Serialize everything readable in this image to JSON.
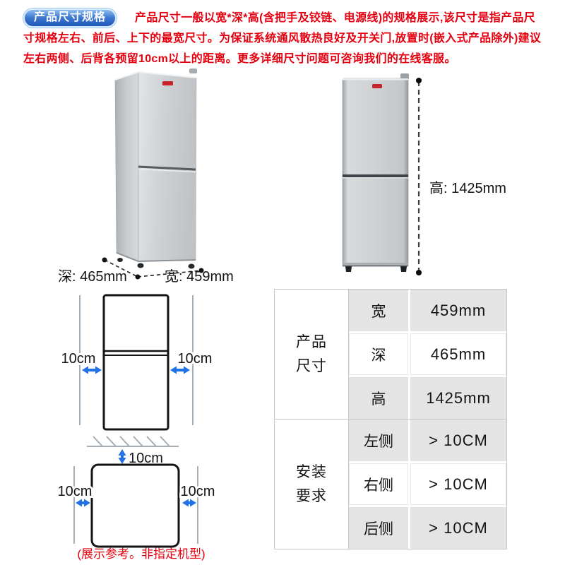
{
  "header": {
    "badge_label": "产品尺寸规格",
    "description": "产品尺寸一般以宽*深*高(含把手及铰链、电源线)的规格展示,该尺寸是指产品尺寸规格左右、前后、上下的最宽尺寸。为保证系统通风散热良好及开关门,放置时(嵌入式产品除外)建议左右两侧、后背各预留10cm以上的距离。更多详细尺寸问题可咨询我们的在线客服。"
  },
  "dimension_views": {
    "perspective_fridge": {
      "depth_label": "深: 465mm",
      "width_label": "宽: 459mm"
    },
    "front_fridge": {
      "height_label": "高: 1425mm"
    }
  },
  "clearance": {
    "front_view": {
      "left_gap": "10cm",
      "right_gap": "10cm"
    },
    "back_gap": "10cm",
    "top_view": {
      "left_gap": "10cm",
      "right_gap": "10cm"
    },
    "caption": "(展示参考。非指定机型)"
  },
  "spec_table": {
    "sections": [
      {
        "title_lines": [
          "产品",
          "尺寸"
        ],
        "rows": [
          {
            "label": "宽",
            "value": "459mm"
          },
          {
            "label": "深",
            "value": "465mm"
          },
          {
            "label": "高",
            "value": "1425mm"
          }
        ]
      },
      {
        "title_lines": [
          "安装",
          "要求"
        ],
        "rows": [
          {
            "label": "左侧",
            "value": "> 10CM"
          },
          {
            "label": "右侧",
            "value": "> 10CM"
          },
          {
            "label": "后侧",
            "value": "> 10CM"
          }
        ]
      }
    ]
  },
  "colors": {
    "accent_red": "#e50010",
    "arrow_blue": "#2172e6",
    "badge_blue_top": "#8dbdf0",
    "badge_blue_bottom": "#1d55b8",
    "table_shaded_cell": "#e4e4e4",
    "wall_line_gray": "#a4aeb6"
  }
}
